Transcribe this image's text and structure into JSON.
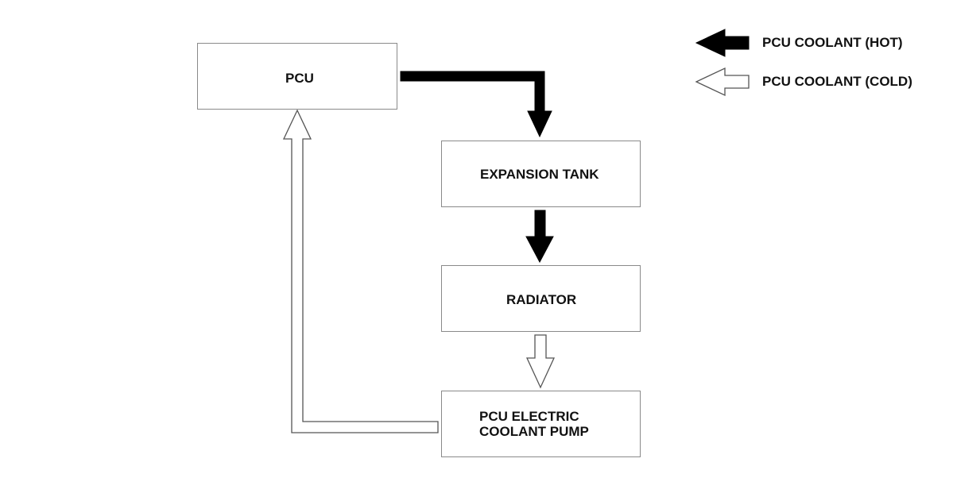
{
  "diagram": {
    "nodes": [
      {
        "id": "pcu",
        "label": "PCU"
      },
      {
        "id": "expansion_tank",
        "label": "EXPANSION TANK"
      },
      {
        "id": "radiator",
        "label": "RADIATOR"
      },
      {
        "id": "pump",
        "label_line1": "PCU ELECTRIC",
        "label_line2": "COOLANT PUMP"
      }
    ],
    "edges": [
      {
        "from": "pcu",
        "to": "expansion_tank",
        "flow": "hot"
      },
      {
        "from": "expansion_tank",
        "to": "radiator",
        "flow": "hot"
      },
      {
        "from": "radiator",
        "to": "pump",
        "flow": "cold"
      },
      {
        "from": "pump",
        "to": "pcu",
        "flow": "cold"
      }
    ]
  },
  "legend": {
    "hot": {
      "label": "PCU COOLANT (HOT)",
      "icon": "solid-black-arrow-icon",
      "color": "#000000"
    },
    "cold": {
      "label": "PCU COOLANT (COLD)",
      "icon": "hollow-white-arrow-icon",
      "color": "#ffffff"
    }
  }
}
